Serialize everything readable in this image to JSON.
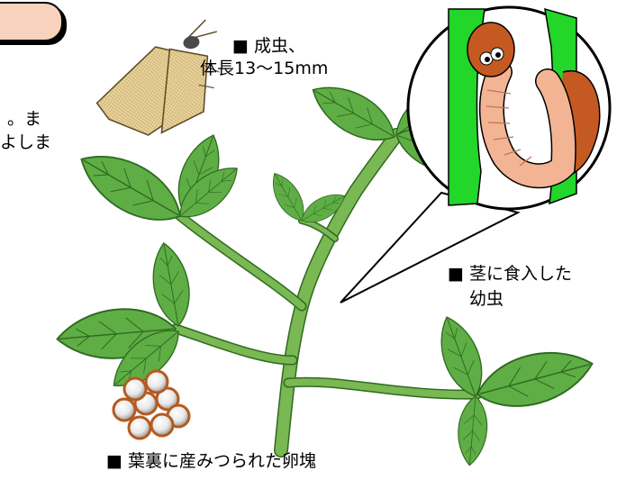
{
  "labels": {
    "adult_line1": "■ 成虫、",
    "adult_line2": "体長13～15mm",
    "larva_line1": "■ 茎に食入した",
    "larva_line2": "幼虫",
    "eggs": "■ 葉裏に産みつられた卵塊",
    "intro_fragment_1": "。ま",
    "intro_fragment_2": "よしま"
  },
  "colors": {
    "leaf": "#5fae45",
    "leaf_dark": "#2f6a20",
    "stem": "#79b852",
    "badge": "#f9d2bd",
    "larva_body": "#f3b493",
    "larva_head": "#c45a22",
    "stem_green": "#22d62a",
    "moth": "#e8d39c"
  }
}
